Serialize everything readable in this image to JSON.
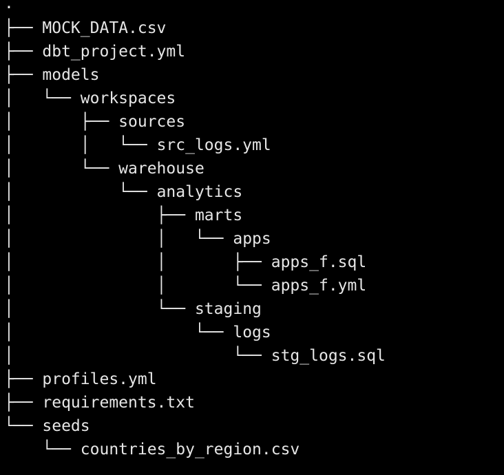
{
  "tree": {
    "root": ".",
    "lines": [
      {
        "prefix": "├── ",
        "name": "MOCK_DATA.csv"
      },
      {
        "prefix": "├── ",
        "name": "dbt_project.yml"
      },
      {
        "prefix": "├── ",
        "name": "models"
      },
      {
        "prefix": "│   └── ",
        "name": "workspaces"
      },
      {
        "prefix": "│       ├── ",
        "name": "sources"
      },
      {
        "prefix": "│       │   └── ",
        "name": "src_logs.yml"
      },
      {
        "prefix": "│       └── ",
        "name": "warehouse"
      },
      {
        "prefix": "│           └── ",
        "name": "analytics"
      },
      {
        "prefix": "│               ├── ",
        "name": "marts"
      },
      {
        "prefix": "│               │   └── ",
        "name": "apps"
      },
      {
        "prefix": "│               │       ├── ",
        "name": "apps_f.sql"
      },
      {
        "prefix": "│               │       └── ",
        "name": "apps_f.yml"
      },
      {
        "prefix": "│               └── ",
        "name": "staging"
      },
      {
        "prefix": "│                   └── ",
        "name": "logs"
      },
      {
        "prefix": "│                       └── ",
        "name": "stg_logs.sql"
      },
      {
        "prefix": "├── ",
        "name": "profiles.yml"
      },
      {
        "prefix": "├── ",
        "name": "requirements.txt"
      },
      {
        "prefix": "└── ",
        "name": "seeds"
      },
      {
        "prefix": "    └── ",
        "name": "countries_by_region.csv"
      }
    ]
  },
  "colors": {
    "background": "#000000",
    "text": "#e6e6e6"
  }
}
